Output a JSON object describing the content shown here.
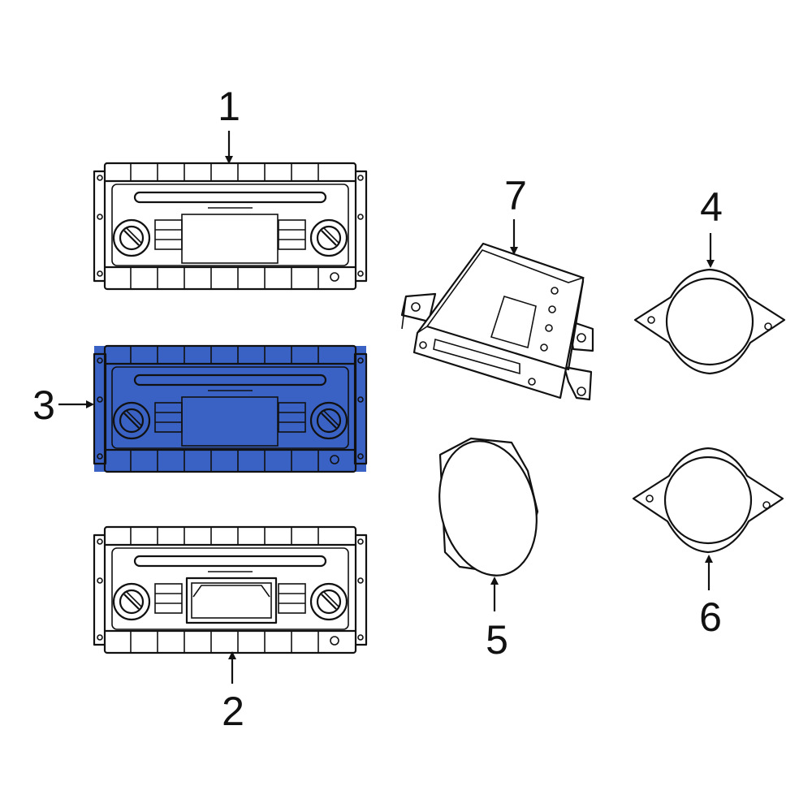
{
  "callouts": {
    "c1": "1",
    "c2": "2",
    "c3": "3",
    "c4": "4",
    "c5": "5",
    "c6": "6",
    "c7": "7"
  },
  "highlight_color": "#3a62c4",
  "line_color": "#111111",
  "parts": [
    {
      "id": "1",
      "icon": "radio-receiver-icon",
      "highlighted": false
    },
    {
      "id": "2",
      "icon": "radio-receiver-cassette-icon",
      "highlighted": false
    },
    {
      "id": "3",
      "icon": "radio-receiver-icon",
      "highlighted": true
    },
    {
      "id": "4",
      "icon": "speaker-round-icon",
      "highlighted": false
    },
    {
      "id": "5",
      "icon": "speaker-oval-icon",
      "highlighted": false
    },
    {
      "id": "6",
      "icon": "speaker-round-icon",
      "highlighted": false
    },
    {
      "id": "7",
      "icon": "amplifier-module-icon",
      "highlighted": false
    }
  ]
}
